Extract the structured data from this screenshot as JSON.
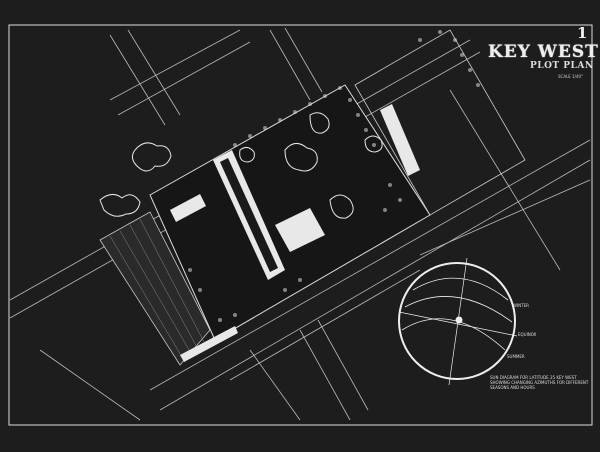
{
  "sheet": {
    "number": "1",
    "title": "KEY WEST",
    "subtitle": "PLOT PLAN",
    "scale": "SCALE 1/40\""
  },
  "sun_diagram": {
    "caption": "SUN DIAGRAM FOR LATITUDE 25 KEY WEST SHOWING CHANGING AZIMUTHS FOR DIFFERENT SEASONS AND HOURS",
    "labels": {
      "winter": "WINTER",
      "equinox": "EQUINOX",
      "summer": "SUMMER"
    }
  },
  "colors": {
    "background": "#1d1d1d",
    "ink": "#eeeeee"
  }
}
